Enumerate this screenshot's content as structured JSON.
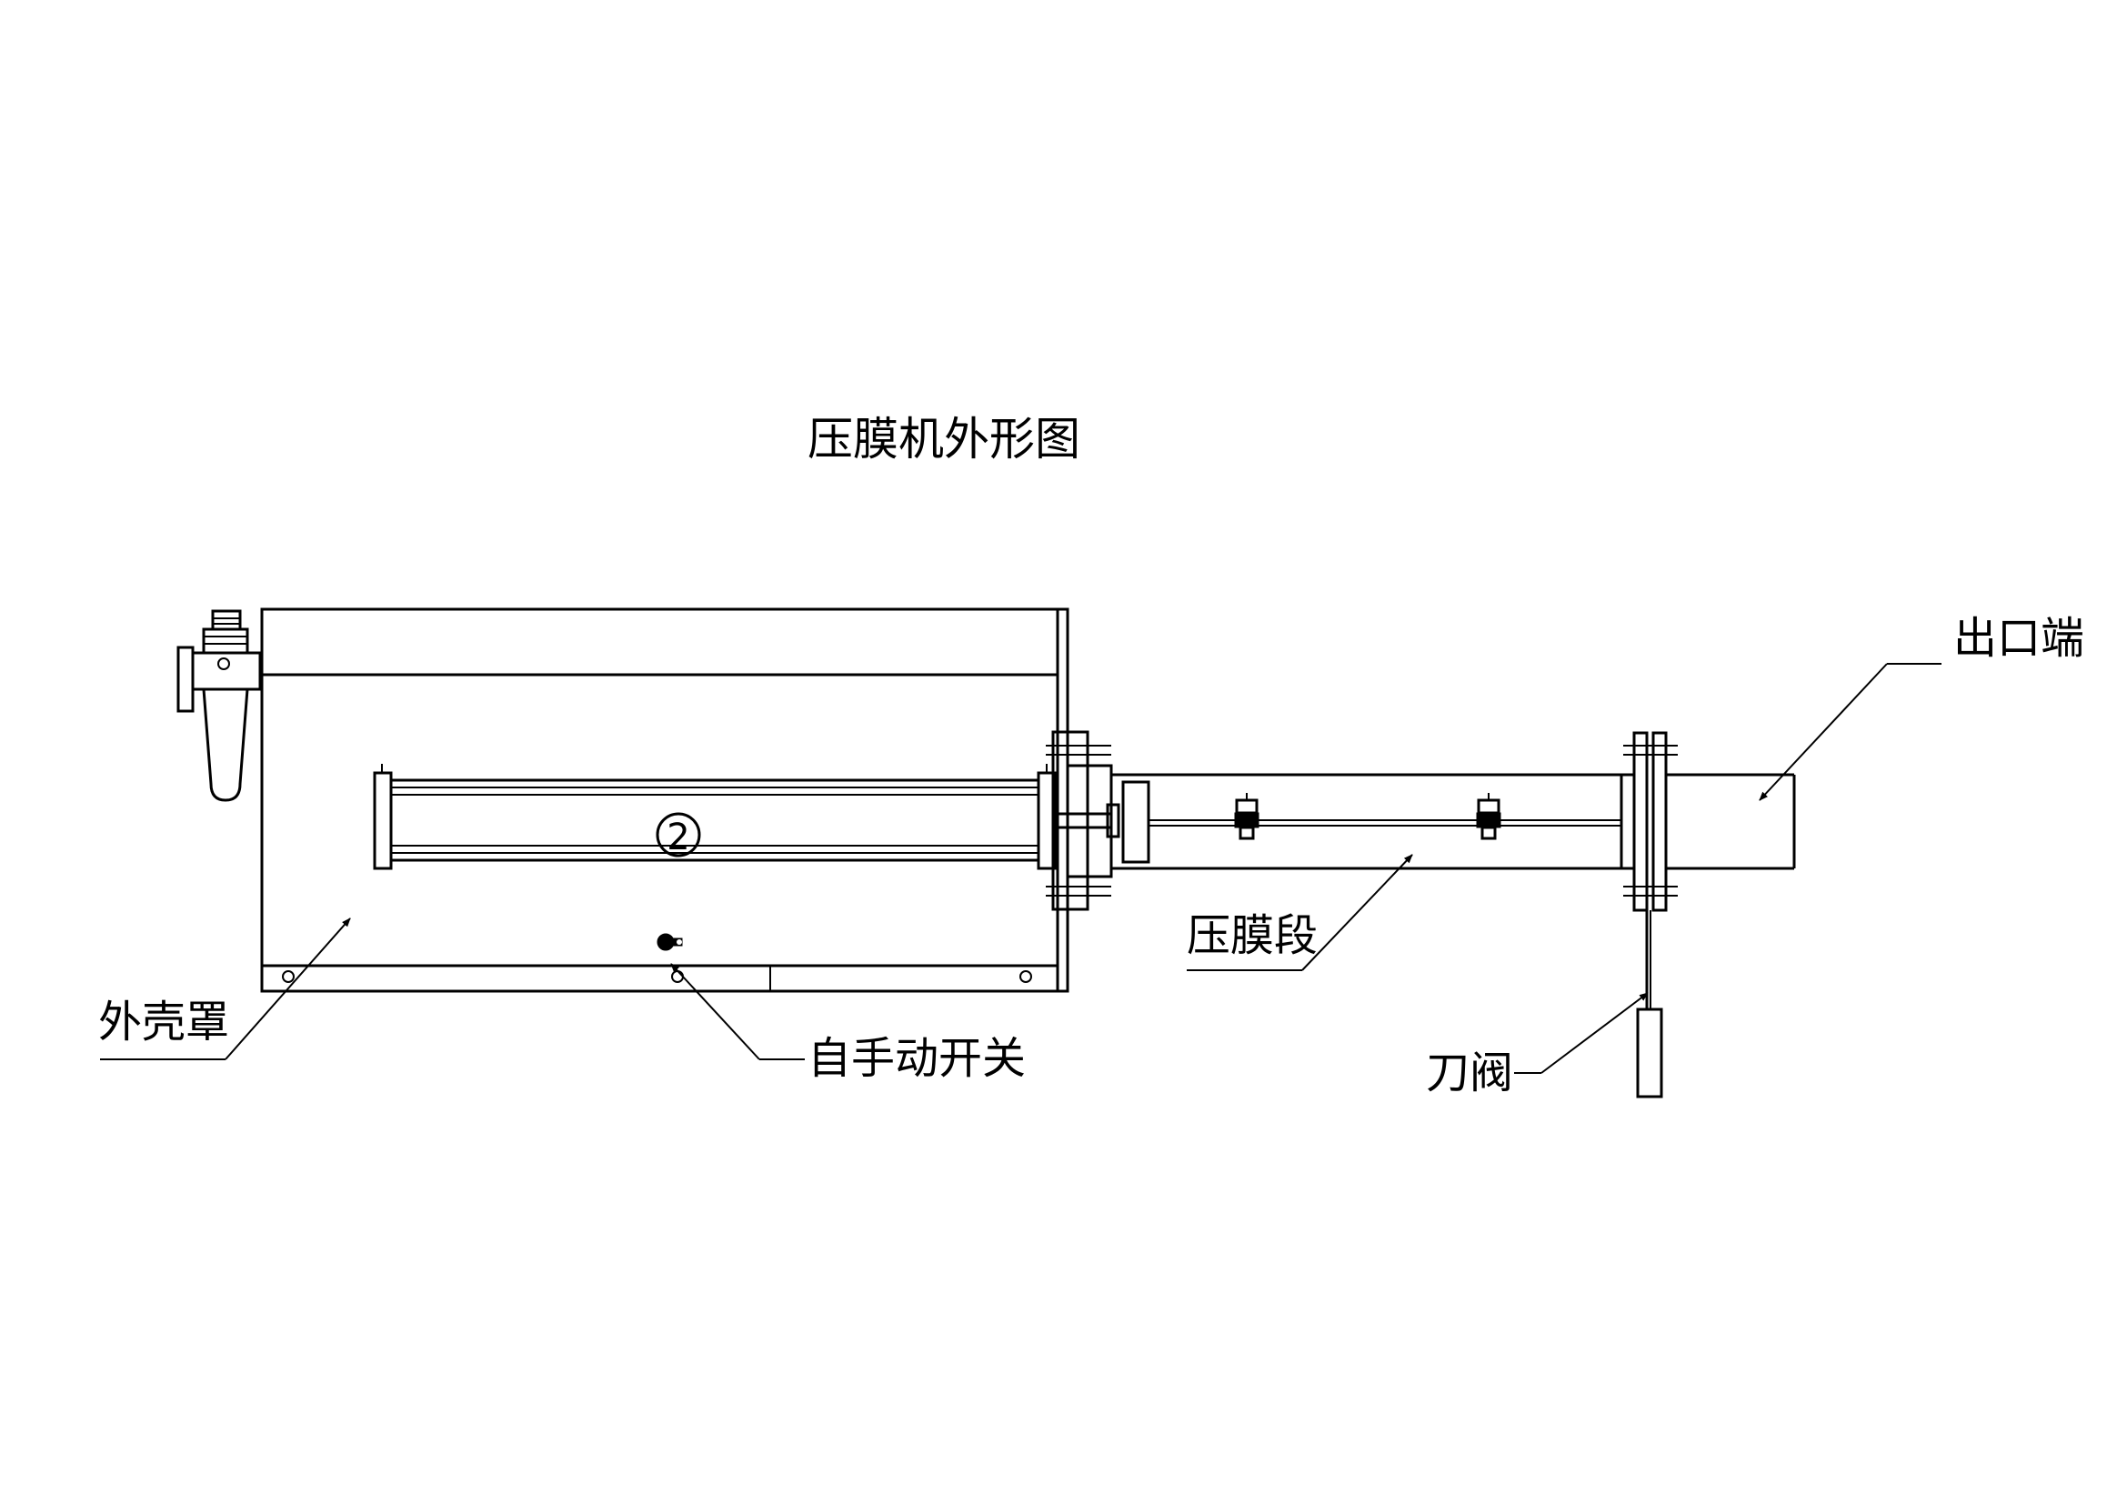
{
  "title": "压膜机外形图",
  "balloon_number": "2",
  "labels": {
    "housing": "外壳罩",
    "manual_switch": "自手动开关",
    "pressing_section": "压膜段",
    "outlet_end": "出口端",
    "knife_valve": "刀阀"
  },
  "colors": {
    "line": "#000000",
    "background": "#ffffff"
  }
}
